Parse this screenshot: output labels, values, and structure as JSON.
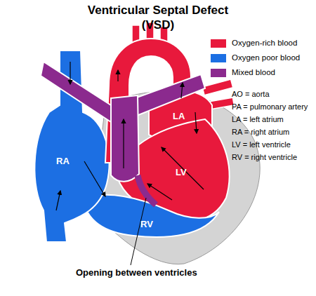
{
  "diagram": {
    "title": "Ventricular Septal Defect (VSD)",
    "labels": [
      "AO",
      "LA",
      "RA",
      "LV",
      "RV",
      "Opening between ventricles",
      "AO = aorta",
      "PA = pulmonary artery",
      "LA = left atrium",
      "RA = right atrium",
      "LV = left ventricle",
      "RV = right ventricle"
    ],
    "legend": [
      {
        "text": "Oxygen-rich blood",
        "color": "#e8193c"
      },
      {
        "text": "Oxygen poor blood",
        "color": "#1c6fe3"
      },
      {
        "text": "Mixed blood",
        "color": "#8b2a8e"
      }
    ]
  }
}
